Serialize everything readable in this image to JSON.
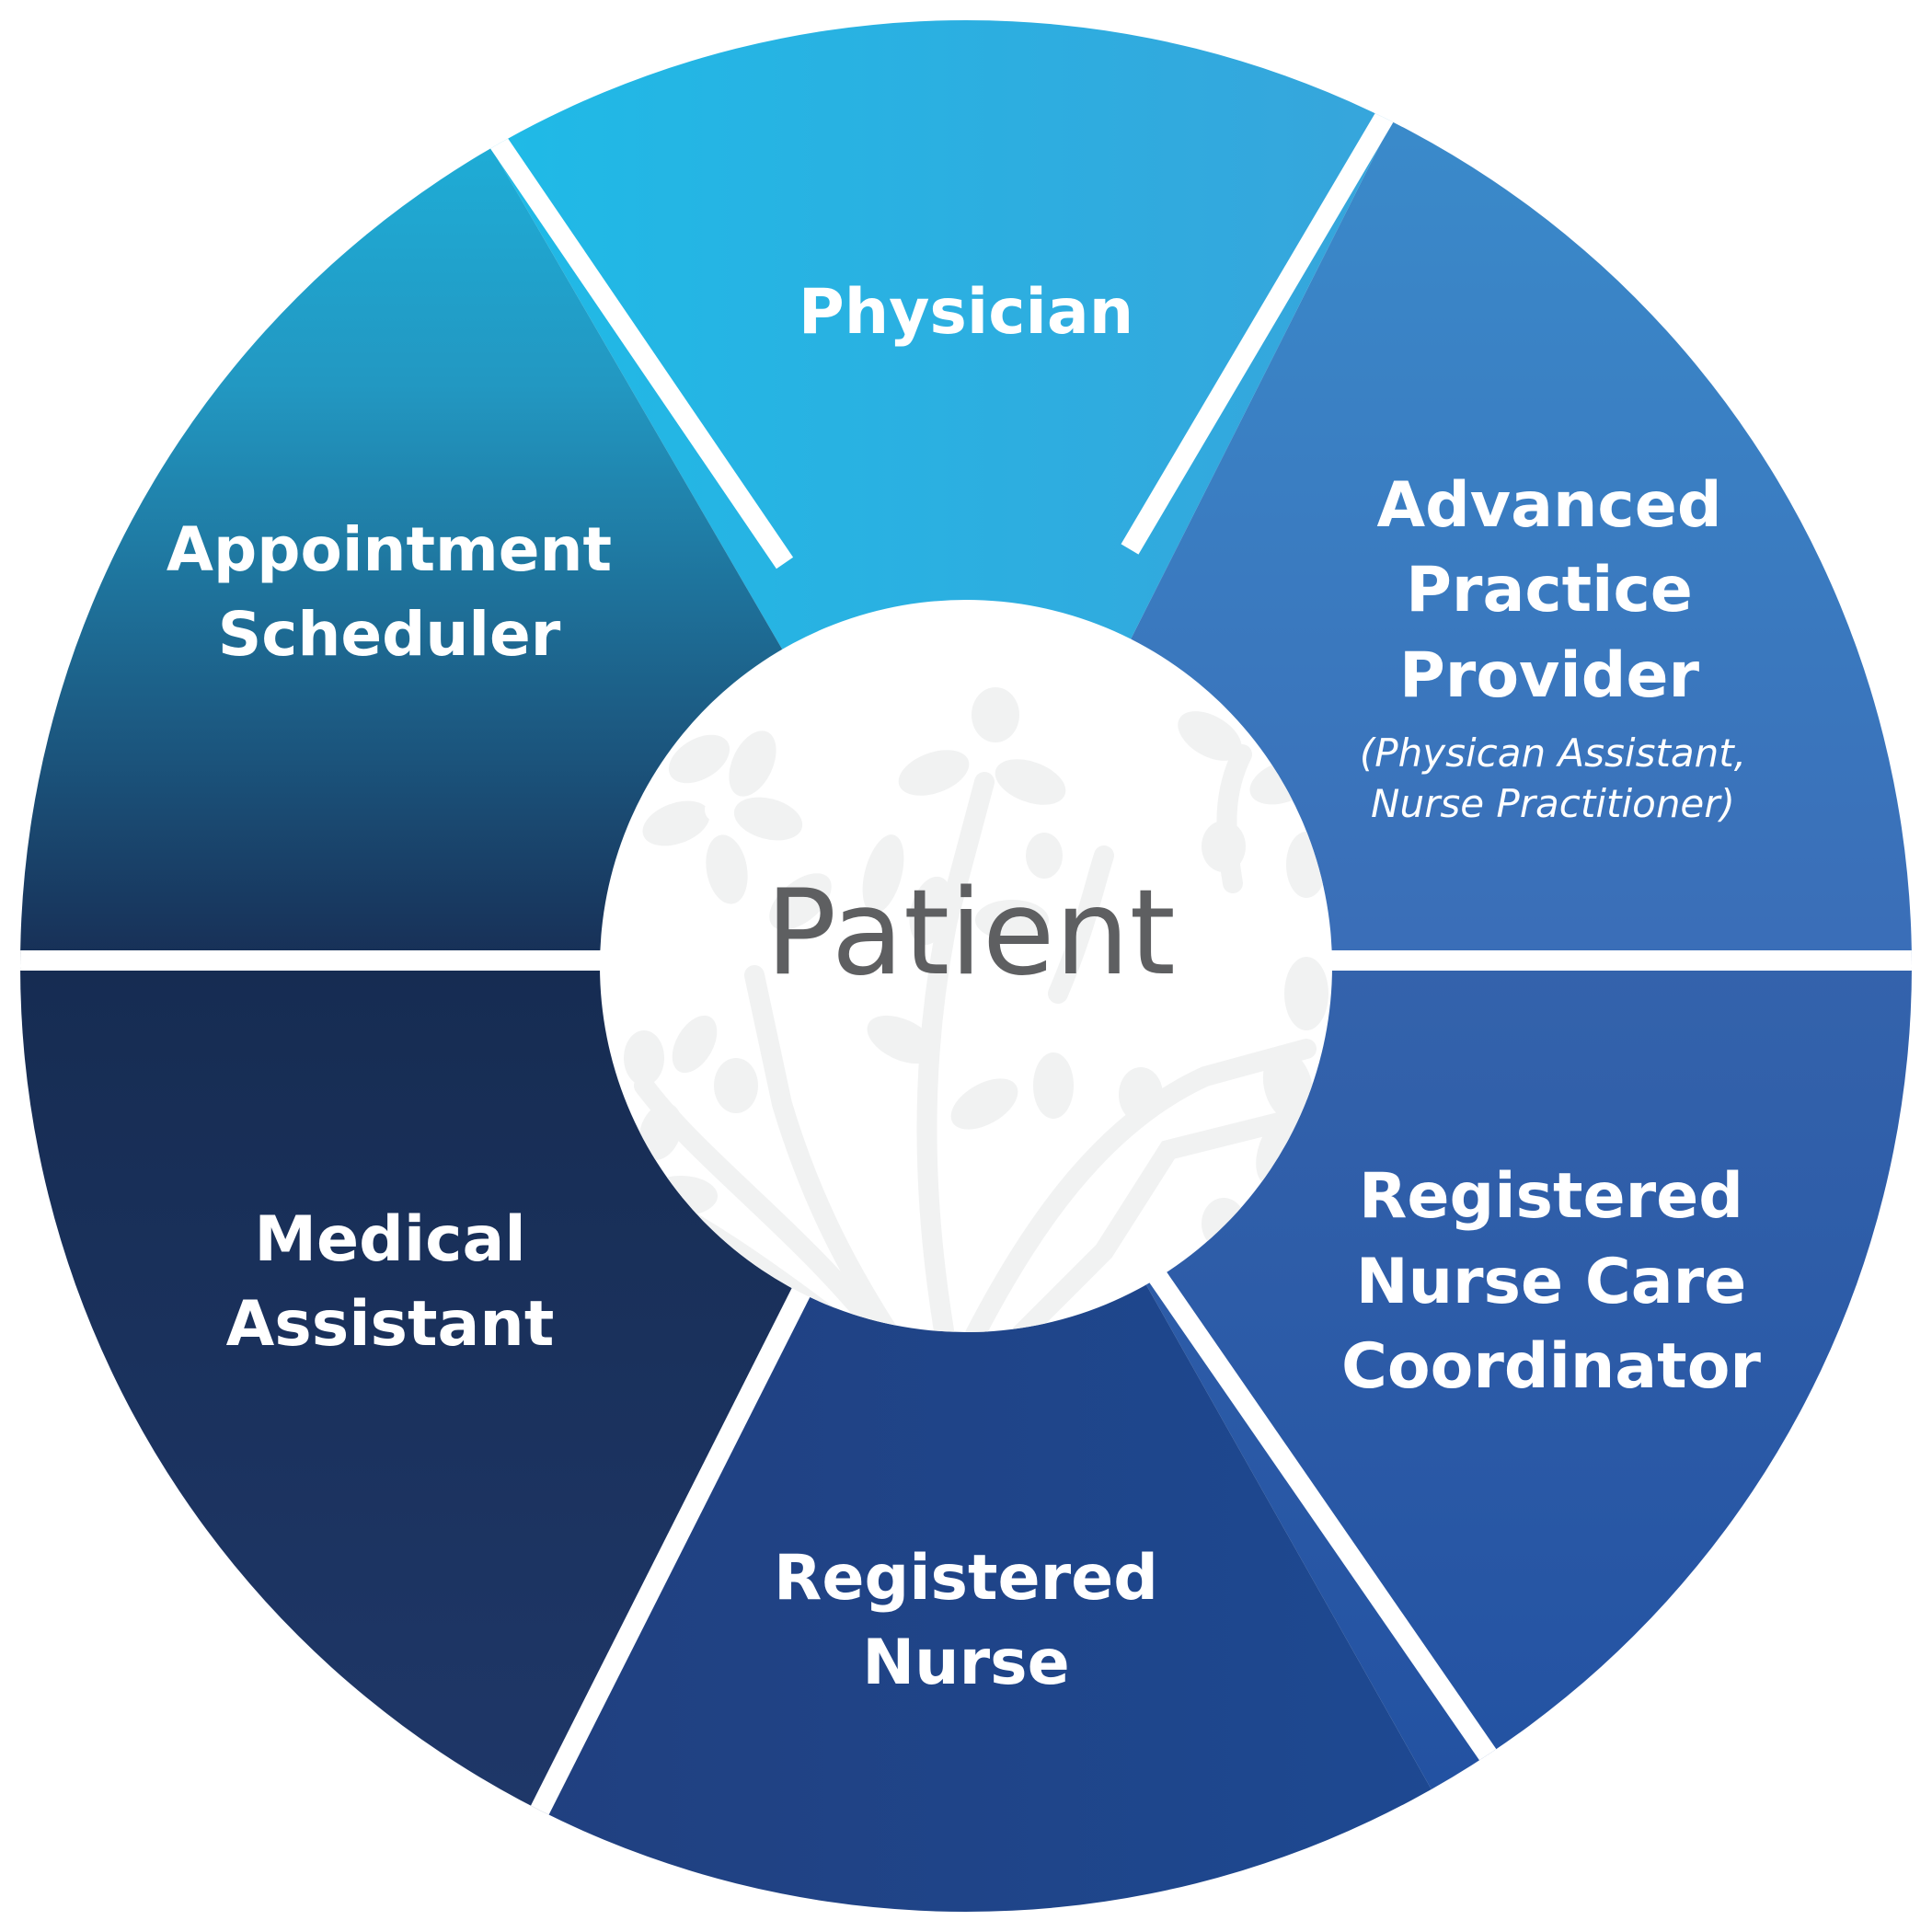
{
  "center": {
    "label": "Patient"
  },
  "segments": [
    {
      "id": "physician",
      "lines": [
        "Physician"
      ],
      "sub": [],
      "color_start": "#1cbde8",
      "color_end": "#3aa2da"
    },
    {
      "id": "advanced-practice-provider",
      "lines": [
        "Advanced",
        "Practice",
        "Provider"
      ],
      "sub": [
        "(Physican Assistant,",
        "Nurse Practitioner)"
      ],
      "color_start": "#3a93d0",
      "color_end": "#3a6db7"
    },
    {
      "id": "registered-nurse-care-coordinator",
      "lines": [
        "Registered",
        "Nurse Care",
        "Coordinator"
      ],
      "sub": [],
      "color_start": "#3463ac",
      "color_end": "#1e4d9f"
    },
    {
      "id": "registered-nurse",
      "lines": [
        "Registered",
        "Nurse"
      ],
      "sub": [],
      "color_start": "#213f7e",
      "color_end": "#1d4a94"
    },
    {
      "id": "medical-assistant",
      "lines": [
        "Medical",
        "Assistant"
      ],
      "sub": [],
      "color_start": "#162c52",
      "color_end": "#213a6e"
    },
    {
      "id": "appointment-scheduler",
      "lines": [
        "Appointment",
        "Scheduler"
      ],
      "sub": [],
      "color_start": "#1bc0ea",
      "color_end": "#172e55"
    }
  ],
  "colors": {
    "divider": "#ffffff",
    "center_fill": "#ffffff",
    "center_text": "#5e5f61",
    "watermark": "#f1f2f2"
  }
}
